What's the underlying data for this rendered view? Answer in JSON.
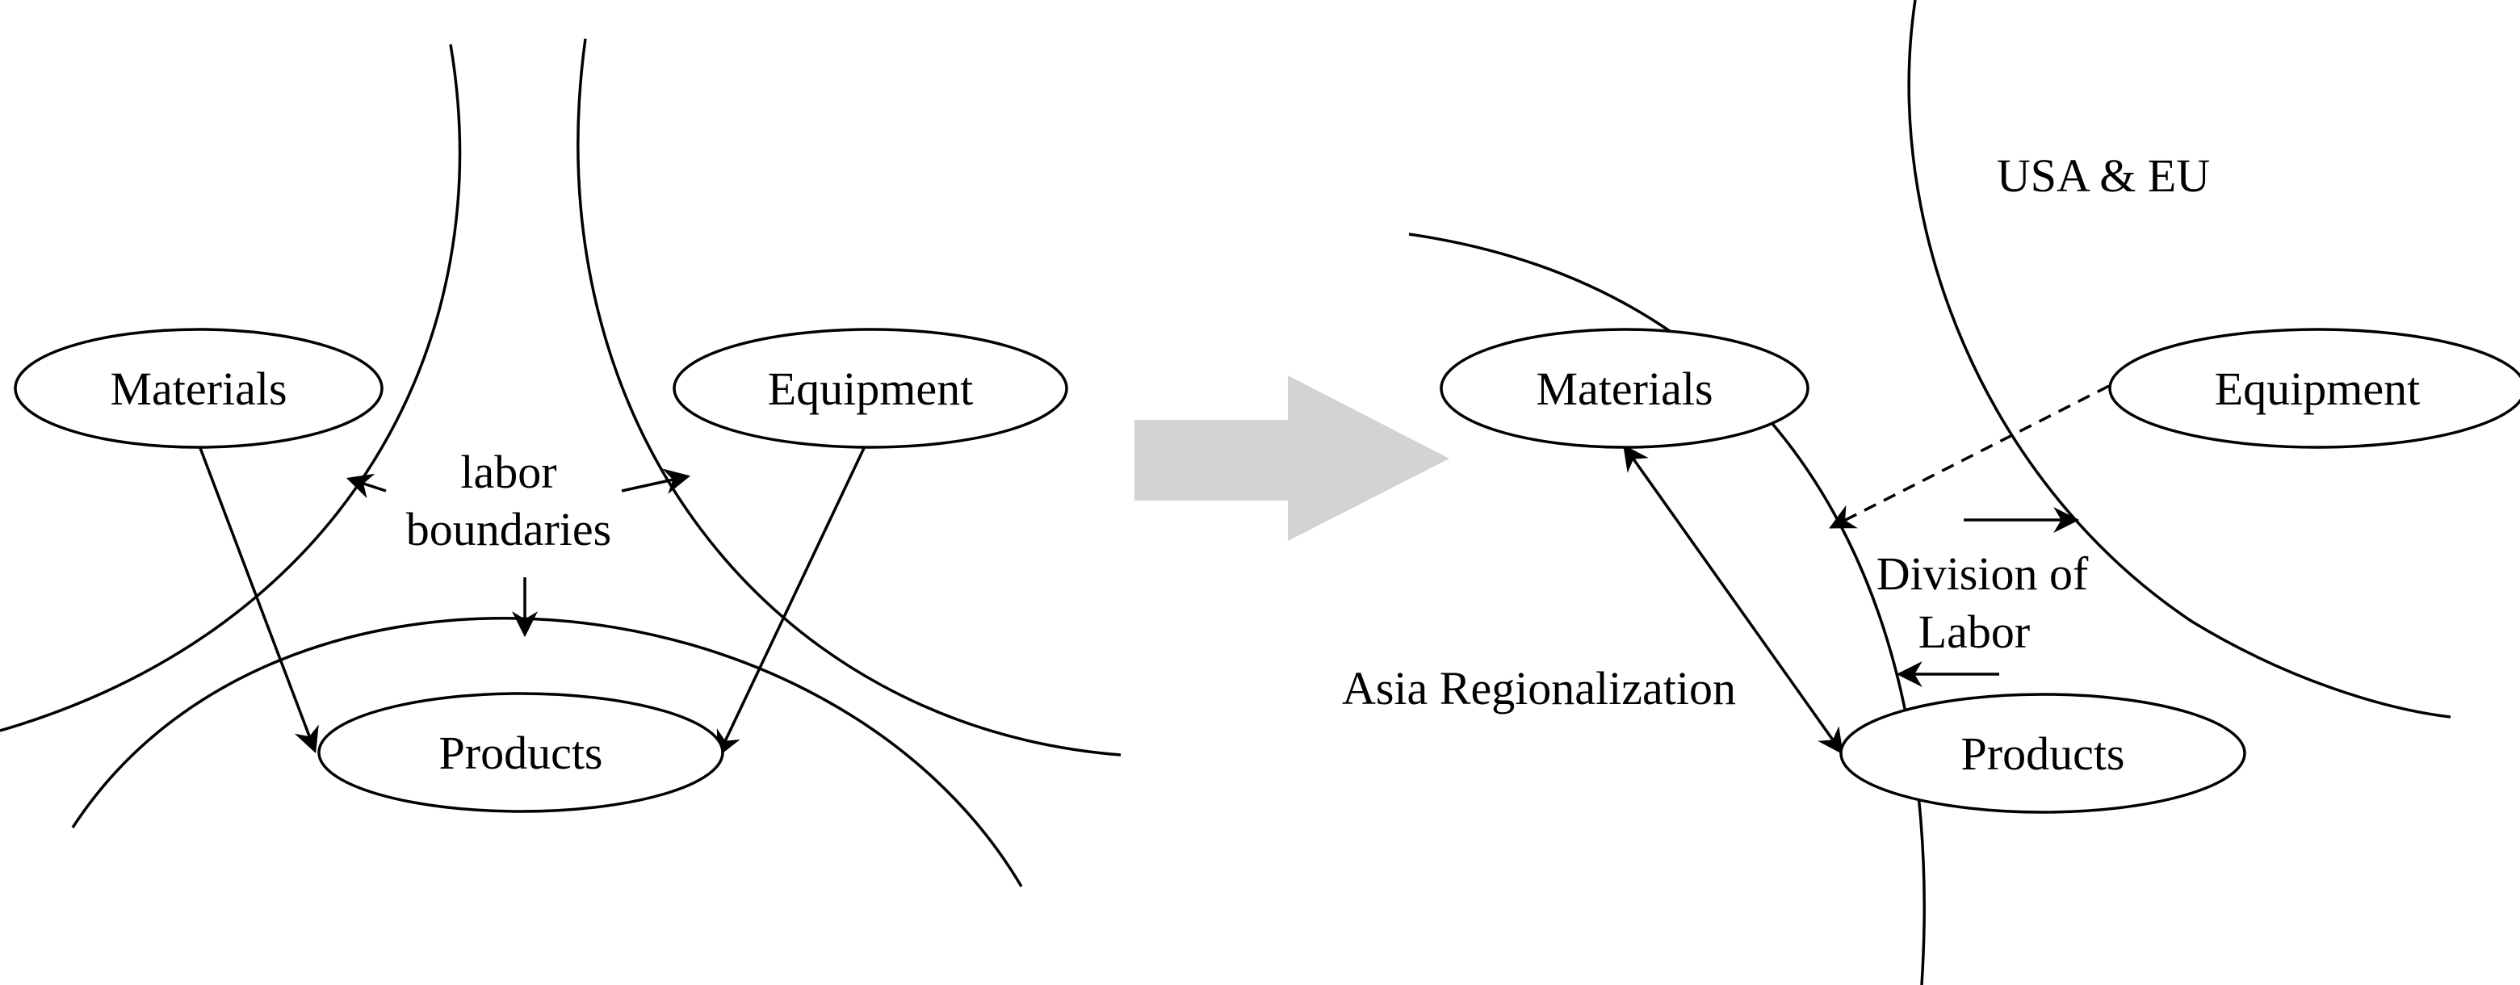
{
  "left_panel": {
    "nodes": {
      "materials": "Materials",
      "equipment": "Equipment",
      "products": "Products"
    },
    "annotation_line1": "labor",
    "annotation_line2": "boundaries"
  },
  "right_panel": {
    "region_usa_eu": "USA & EU",
    "region_asia": "Asia Regionalization",
    "nodes": {
      "materials": "Materials",
      "equipment": "Equipment",
      "products": "Products"
    },
    "annotation_line1": "Division of",
    "annotation_line2": "Labor"
  },
  "colors": {
    "transition_arrow": "#d3d3d3",
    "stroke": "#000000"
  }
}
